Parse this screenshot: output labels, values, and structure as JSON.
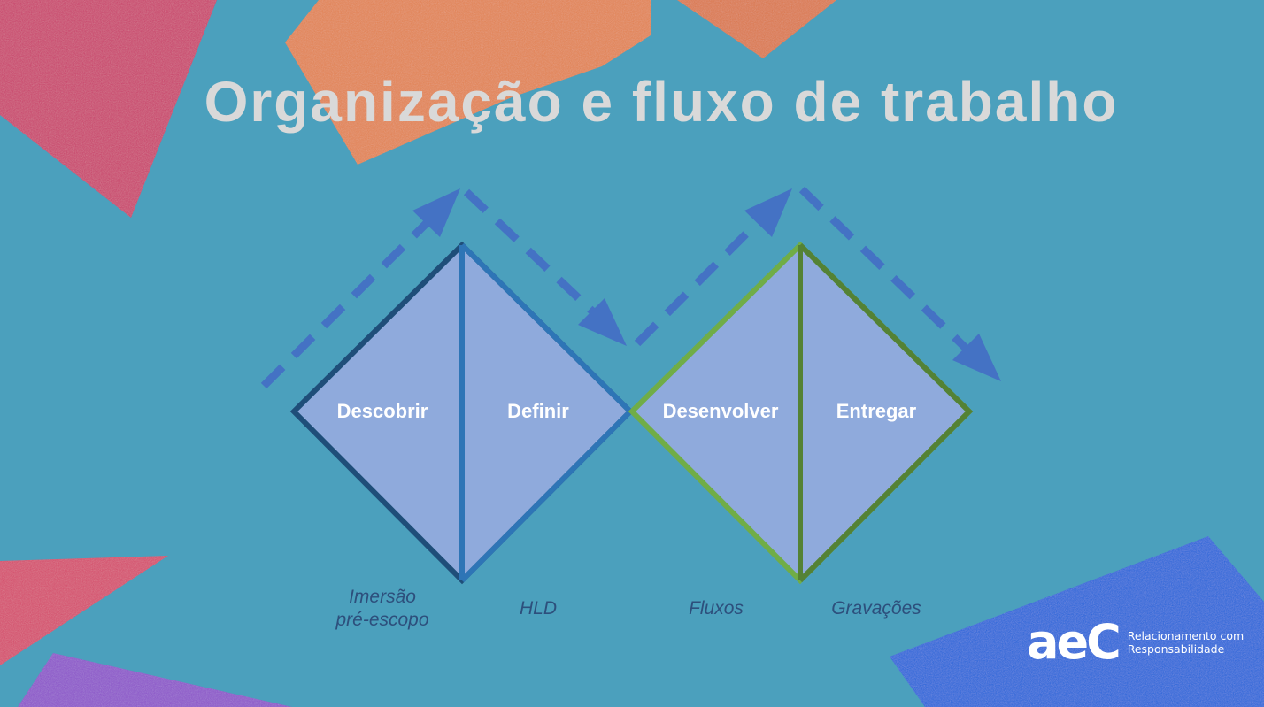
{
  "title": "Organização e fluxo de trabalho",
  "phases": [
    {
      "label": "Descobrir",
      "sublabel_line1": "Imersão",
      "sublabel_line2": "pré-escopo"
    },
    {
      "label": "Definir",
      "sublabel_line1": "HLD",
      "sublabel_line2": ""
    },
    {
      "label": "Desenvolver",
      "sublabel_line1": "Fluxos",
      "sublabel_line2": ""
    },
    {
      "label": "Entregar",
      "sublabel_line1": "Gravações",
      "sublabel_line2": ""
    }
  ],
  "logo": {
    "mark": "aeC",
    "tagline_line1": "Relacionamento com",
    "tagline_line2": "Responsabilidade"
  },
  "colors": {
    "background": "#4ba0bd",
    "diamond_fill": "#8faadc",
    "diamond1_stroke": "#1f4e79",
    "diamond1_divider": "#2e75b6",
    "diamond2_stroke": "#70ad47",
    "diamond2_divider": "#548235",
    "arrow": "#4472c4",
    "title": "#d9d9d9",
    "sublabel": "#2d4f7c"
  }
}
